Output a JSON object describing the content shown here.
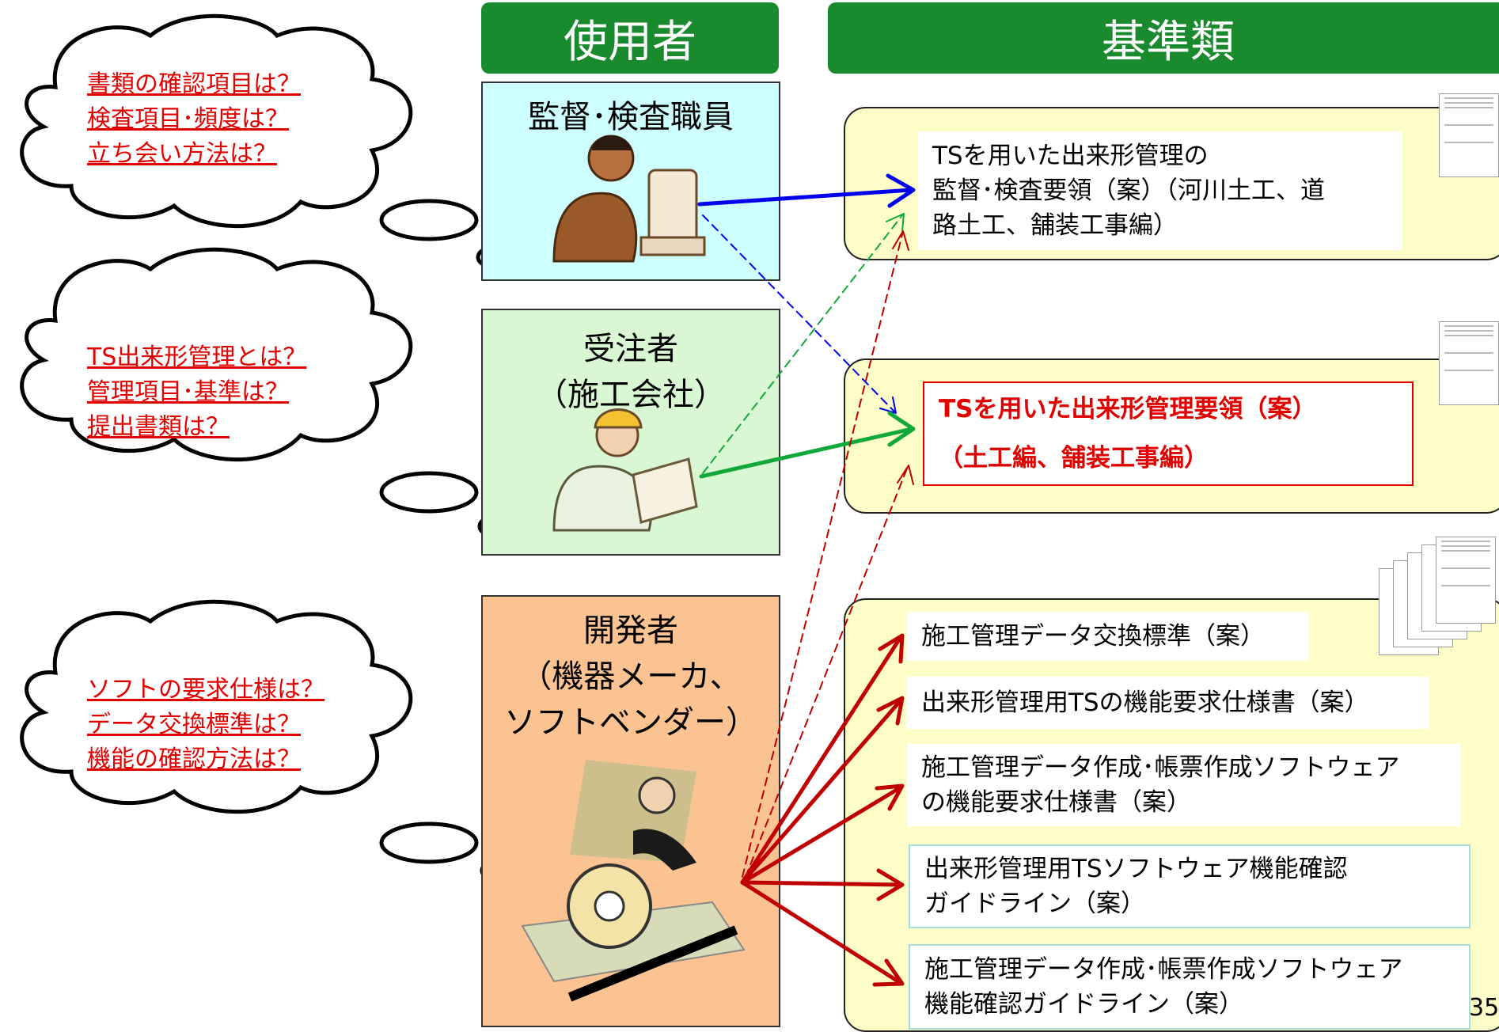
{
  "headers": {
    "users": "使用者",
    "standards": "基準類"
  },
  "users": [
    {
      "label": "監督･検査職員",
      "bg": "#cdffff"
    },
    {
      "label_line1": "受注者",
      "label_line2": "（施工会社）",
      "bg": "#d9f7d2"
    },
    {
      "label_line1": "開発者",
      "label_line2": "（機器メーカ、",
      "label_line3": "ソフトベンダー）",
      "bg": "#fbc391"
    }
  ],
  "questions": [
    [
      "書類の確認項目は？",
      "検査項目･頻度は？",
      "立ち会い方法は？"
    ],
    [
      "TS出来形管理とは？",
      "管理項目･基準は？",
      "提出書類は？"
    ],
    [
      "ソフトの要求仕様は？",
      "データ交換標準は？",
      "機能の確認方法は？"
    ]
  ],
  "standards": {
    "inspection": "TSを用いた出来形管理の監督･検査要領（案）（河川土工、道路土工、舗装工事編）",
    "inspection_line1": "TSを用いた出来形管理の",
    "inspection_line2": "監督･検査要領（案）（河川土工、道",
    "inspection_line3": "路土工、舗装工事編）",
    "management_line1": "TSを用いた出来形管理要領（案）",
    "management_line2": "（土工編、舗装工事編）",
    "dev_items": [
      {
        "line1": "施工管理データ交換標準（案）",
        "line2": ""
      },
      {
        "line1": "出来形管理用TSの機能要求仕様書（案）",
        "line2": ""
      },
      {
        "line1": "施工管理データ作成･帳票作成ソフトウェア",
        "line2": "の機能要求仕様書（案）"
      },
      {
        "line1": "出来形管理用TSソフトウェア機能確認",
        "line2": "ガイドライン（案）"
      },
      {
        "line1": "施工管理データ作成･帳票作成ソフトウェア",
        "line2": "機能確認ガイドライン（案）"
      }
    ]
  },
  "page_number": "35",
  "colors": {
    "header": "#1a8a2e",
    "panel": "#fdfdc8",
    "question": "#e00000",
    "blue_arrow": "#0000ee",
    "green_arrow": "#11a83a",
    "red_arrow": "#c00000"
  }
}
